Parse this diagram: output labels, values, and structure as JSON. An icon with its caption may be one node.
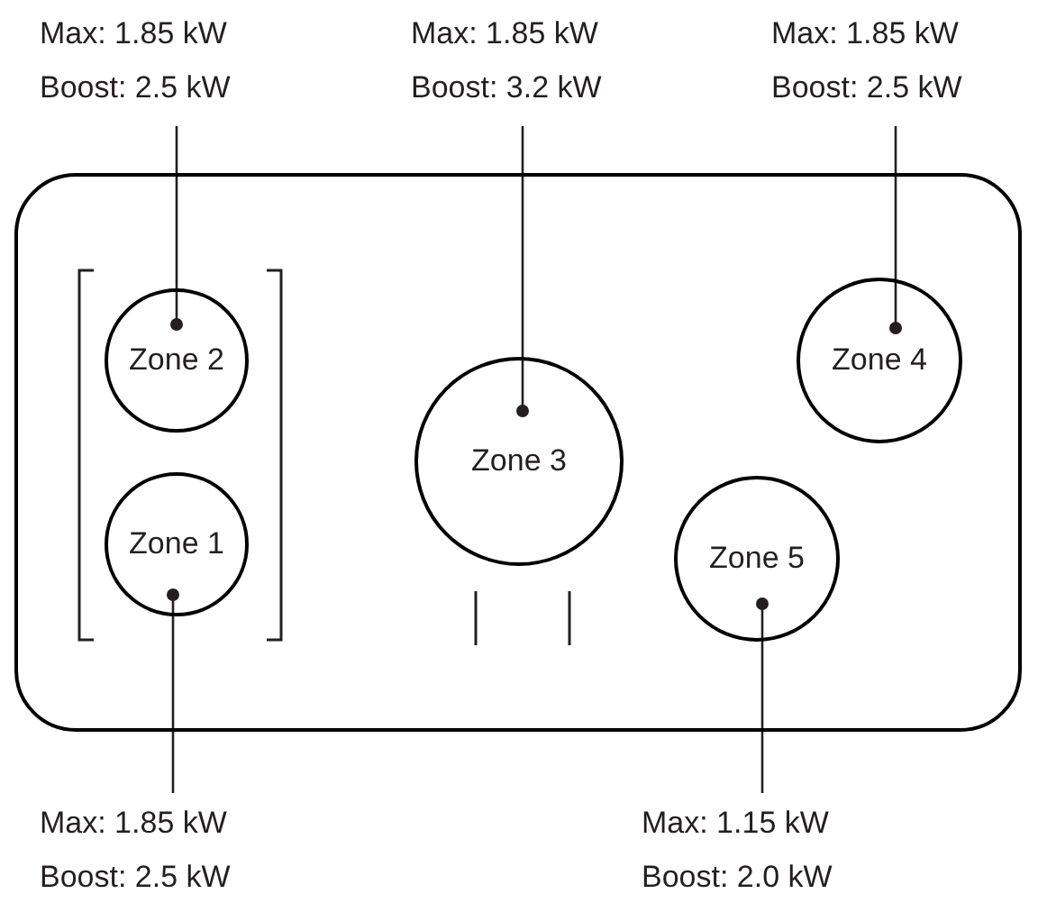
{
  "diagram": {
    "nodes": [
      {
        "text": [
          "Max: 1.85 kW",
          "Boost: 2.5 kW"
        ]
      },
      {
        "text": [
          "Max: 1.85 kW",
          "Boost: 3.2 kW"
        ]
      },
      {
        "text": [
          "Max: 1.85 kW",
          "Boost: 2.5 kW"
        ]
      },
      {
        "text": [],
        "shape": "box"
      },
      {
        "text": [
          "Zone 2"
        ],
        "in": 3
      },
      {
        "text": [
          "Zone 3"
        ],
        "in": 3
      },
      {
        "text": [
          "Zone 4"
        ],
        "in": 3
      },
      {
        "text": [
          "Zone 1"
        ],
        "in": 3
      },
      {
        "text": [
          "Zone 5"
        ],
        "in": 3
      },
      {
        "text": [
          "Max: 1.85 kW",
          "Boost: 2.5 kW"
        ]
      },
      {
        "text": [
          "Max: 1.15 kW",
          "Boost: 2.0 kW"
        ]
      }
    ],
    "edges": [
      {
        "from": 0,
        "to": 4,
        "arrow": "other"
      },
      {
        "from": 1,
        "to": 5,
        "arrow": "other"
      },
      {
        "from": 2,
        "to": 6,
        "arrow": "other"
      },
      {
        "from": 9,
        "to": 7,
        "arrow": "other"
      },
      {
        "from": 10,
        "to": 8,
        "arrow": "other"
      }
    ]
  }
}
